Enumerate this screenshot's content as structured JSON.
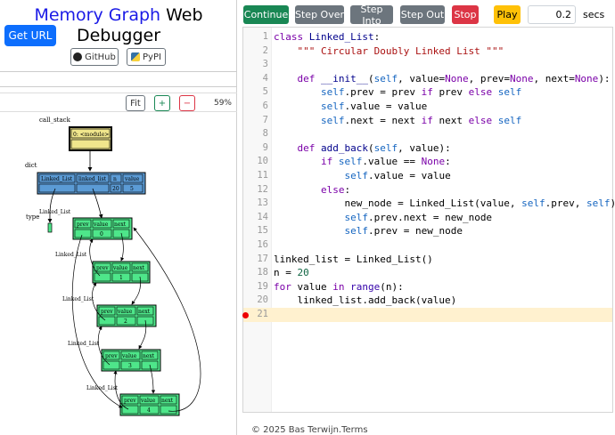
{
  "app": {
    "brand_colored": "Memory Graph",
    "brand_rest": " Web",
    "brand_line2": "Debugger",
    "get_url": "Get URL",
    "github": "GitHub",
    "pypi": "PyPI"
  },
  "graph_toolbar": {
    "fit": "Fit",
    "zoom_in": "+",
    "zoom_out": "−",
    "zoom": "59%"
  },
  "graph": {
    "call_stack_label": "call_stack",
    "frame_label": "0: <module>",
    "dict_label": "dict",
    "dict_keys": [
      "Linked_List",
      "linked_list",
      "n",
      "value"
    ],
    "dict_values": [
      "",
      "",
      "20",
      "5"
    ],
    "type_label": "type",
    "type_name": "Linked_List",
    "node_label": "Linked_List",
    "node_fields": [
      "prev",
      "value",
      "next"
    ],
    "node_values": [
      "0",
      "1",
      "2",
      "3",
      "4"
    ]
  },
  "toolbar": {
    "continue": "Continue",
    "step_over": "Step Over",
    "step_into": "Step Into",
    "step_out": "Step Out",
    "stop": "Stop",
    "play": "Play",
    "speed": "0.2",
    "secs": "secs"
  },
  "editor": {
    "breakpoint_line": 21,
    "highlight_line": 21,
    "lines": [
      "class Linked_List:",
      "    \"\"\" Circular Doubly Linked List \"\"\"",
      "",
      "    def __init__(self, value=None, prev=None, next=None):",
      "        self.prev = prev if prev else self",
      "        self.value = value",
      "        self.next = next if next else self",
      "",
      "    def add_back(self, value):",
      "        if self.value == None:",
      "            self.value = value",
      "        else:",
      "            new_node = Linked_List(value, self.prev, self)",
      "            self.prev.next = new_node",
      "            self.prev = new_node",
      "",
      "linked_list = Linked_List()",
      "n = 20",
      "for value in range(n):",
      "    linked_list.add_back(value)",
      ""
    ]
  },
  "footer": "© 2025 Bas Terwijn.Terms"
}
